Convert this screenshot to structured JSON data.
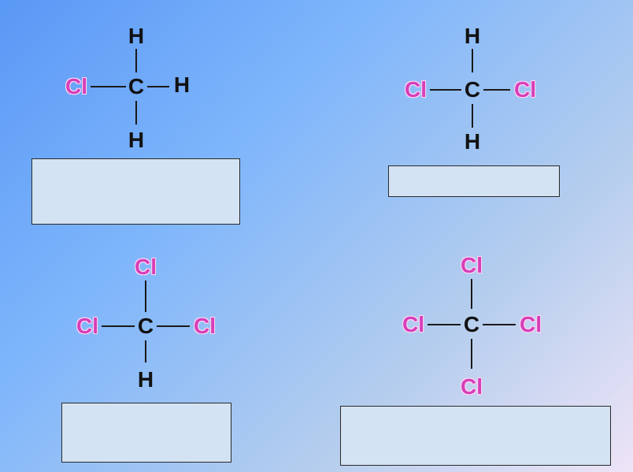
{
  "molecules": [
    {
      "id": "chloromethane",
      "top": "H",
      "bottom": "H",
      "left": "Cl",
      "right": "H",
      "center": "C"
    },
    {
      "id": "dichloromethane",
      "top": "H",
      "bottom": "H",
      "left": "Cl",
      "right": "Cl",
      "center": "C"
    },
    {
      "id": "trichloromethane",
      "top": "Cl",
      "bottom": "H",
      "left": "Cl",
      "right": "Cl",
      "center": "C"
    },
    {
      "id": "tetrachloromethane",
      "top": "Cl",
      "bottom": "Cl",
      "left": "Cl",
      "right": "Cl",
      "center": "C"
    }
  ],
  "answer_boxes": [
    {
      "value": ""
    },
    {
      "value": ""
    },
    {
      "value": ""
    },
    {
      "value": ""
    }
  ],
  "colors": {
    "chlorine": "#d63fb8",
    "carbon": "#111111",
    "hydrogen": "#111111",
    "box_fill": "#d3e3f4"
  }
}
